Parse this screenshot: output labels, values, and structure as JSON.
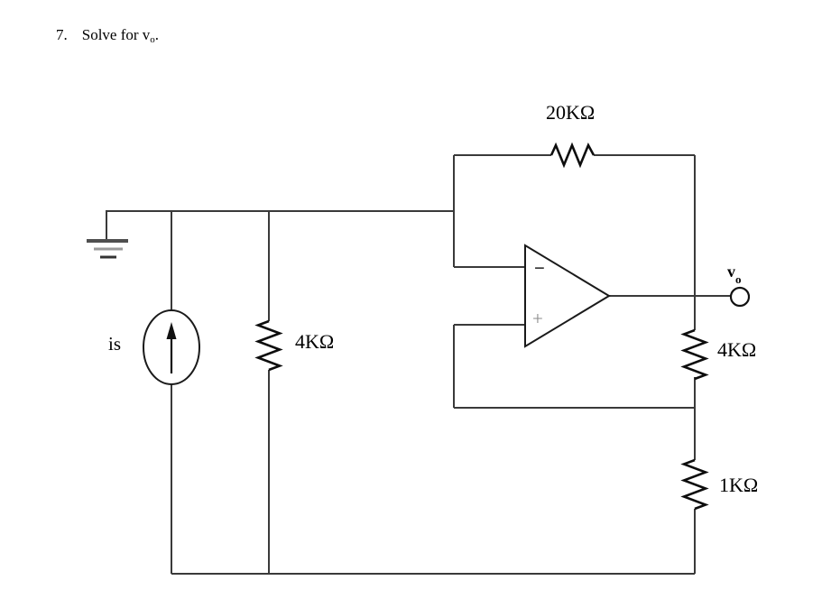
{
  "title": {
    "number": "7.",
    "text": "Solve for v",
    "sub": "o",
    "period": "."
  },
  "labels": {
    "feedback_resistor": "20KΩ",
    "current_source": "is",
    "input_resistor": "4KΩ",
    "load_resistor": "4KΩ",
    "bottom_resistor": "1KΩ",
    "output_v": "v",
    "output_sub": "o",
    "opamp_inverting": "−",
    "opamp_noninverting": "+"
  },
  "components": {
    "opamp": "operational amplifier",
    "source": "independent current source is",
    "output_terminal": "vo"
  },
  "colors": {
    "background": "#ffffff",
    "wire": "#3a3a3a",
    "component": "#141414",
    "text": "#000000",
    "ground": "#555555"
  }
}
